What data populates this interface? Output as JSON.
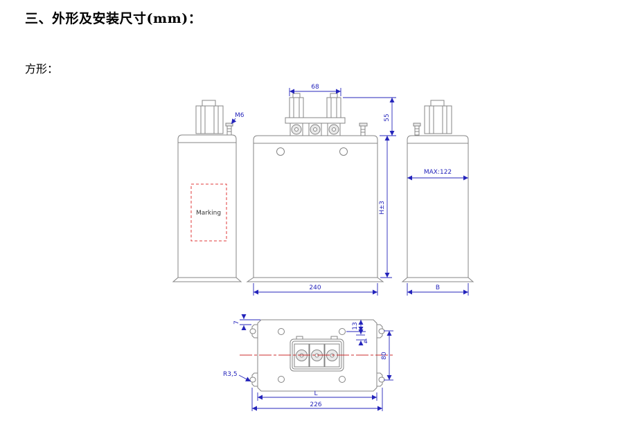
{
  "page": {
    "title": "三、外形及安装尺寸(mm)：",
    "shape_label": "方形："
  },
  "colors": {
    "dimension_blue": "#2424bb",
    "marking_red": "#e03a3a",
    "centerline_red": "#cc2b2b",
    "outline_gray": "#848484"
  },
  "left_view": {
    "bolt_label": "M6",
    "marking_label": "Marking"
  },
  "front_view": {
    "terminal_width": "68",
    "terminal_height": "55",
    "body_height": "H±3",
    "body_width": "240"
  },
  "side_view": {
    "max_depth": "MAX:122",
    "depth": "B"
  },
  "bottom_view": {
    "edge_offset": "7",
    "hole_edge_offset": "13",
    "hole_diameter": "4",
    "mount_height": "80",
    "corner_radius": "R3,5",
    "mount_width": "L",
    "overall_width": "226"
  }
}
